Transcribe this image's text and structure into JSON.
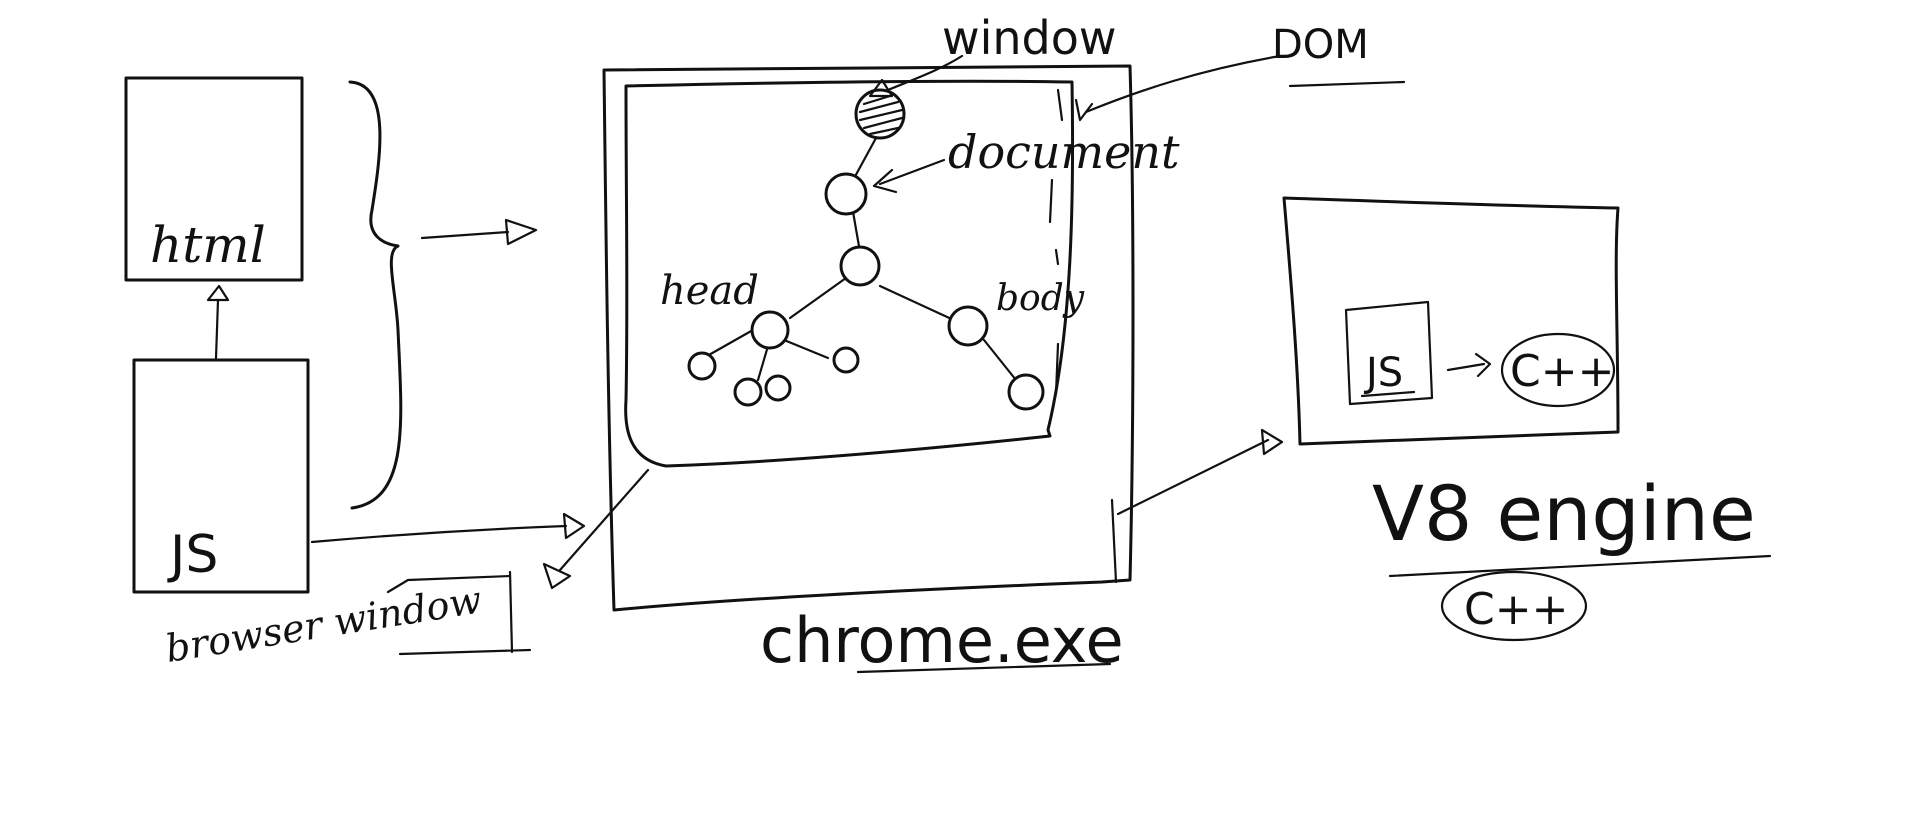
{
  "labels": {
    "html": "html",
    "js": "JS",
    "browser_window": "browser window",
    "window": "window",
    "document": "document",
    "dom": "DOM",
    "head": "head",
    "body": "body",
    "chrome_exe": "chrome.exe",
    "engine_js": "JS",
    "engine_cpp": "C++",
    "v8_engine": "V8 engine",
    "v8_cpp": "C++"
  },
  "colors": {
    "ink": "#111111",
    "paper": "#ffffff"
  }
}
